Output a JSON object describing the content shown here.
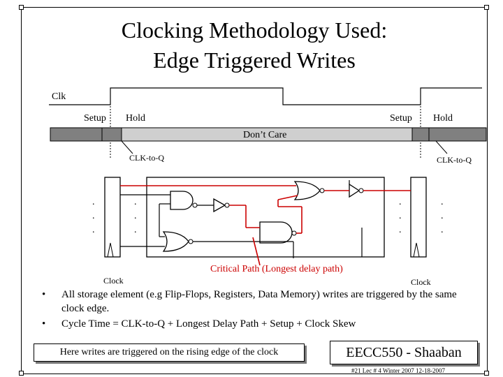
{
  "title": {
    "line1": "Clocking Methodology Used:",
    "line2": "Edge Triggered Writes"
  },
  "timing": {
    "clk_label": "Clk",
    "setup1": "Setup",
    "hold1": "Hold",
    "setup2": "Setup",
    "hold2": "Hold",
    "dont_care": "Don’t Care",
    "clk_to_q1": "CLK-to-Q",
    "clk_to_q2": "CLK-to-Q"
  },
  "circuit": {
    "critical_path": "Critical Path (Longest delay path)",
    "clock_left": "Clock",
    "clock_right": "Clock",
    "dots": ".",
    "critical_color": "#cc0000",
    "gray_fill": "#808080"
  },
  "bullets": [
    {
      "marker": "•",
      "text": "All storage element (e.g Flip-Flops, Registers, Data Memory)  writes are triggered  by the same clock edge."
    },
    {
      "marker": "•",
      "text": "Cycle Time = CLK-to-Q + Longest Delay Path + Setup + Clock Skew"
    }
  ],
  "note": "Here writes are triggered on the rising edge of the clock",
  "brand": "EECC550 - Shaaban",
  "footer": "#21   Lec # 4   Winter 2007   12-18-2007"
}
